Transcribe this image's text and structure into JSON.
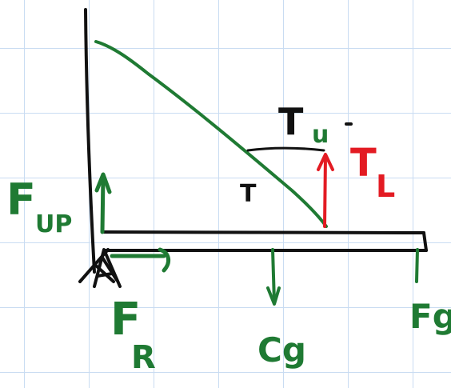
{
  "colors": {
    "grid": "#c9dcf2",
    "black_ink": "#111111",
    "green_ink": "#1f7a33",
    "red_ink": "#e31b23"
  },
  "labels": {
    "upward_force": "F",
    "upward_force_subscript": "UP",
    "friction_force": "F",
    "friction_force_subscript": "R",
    "weight_at_center": "Cg",
    "gravity_force": "Fg",
    "tension": "T",
    "tension_component": "T",
    "tension_component_subscript": "L",
    "tension_top": "T",
    "tension_top_subscript": "u"
  }
}
